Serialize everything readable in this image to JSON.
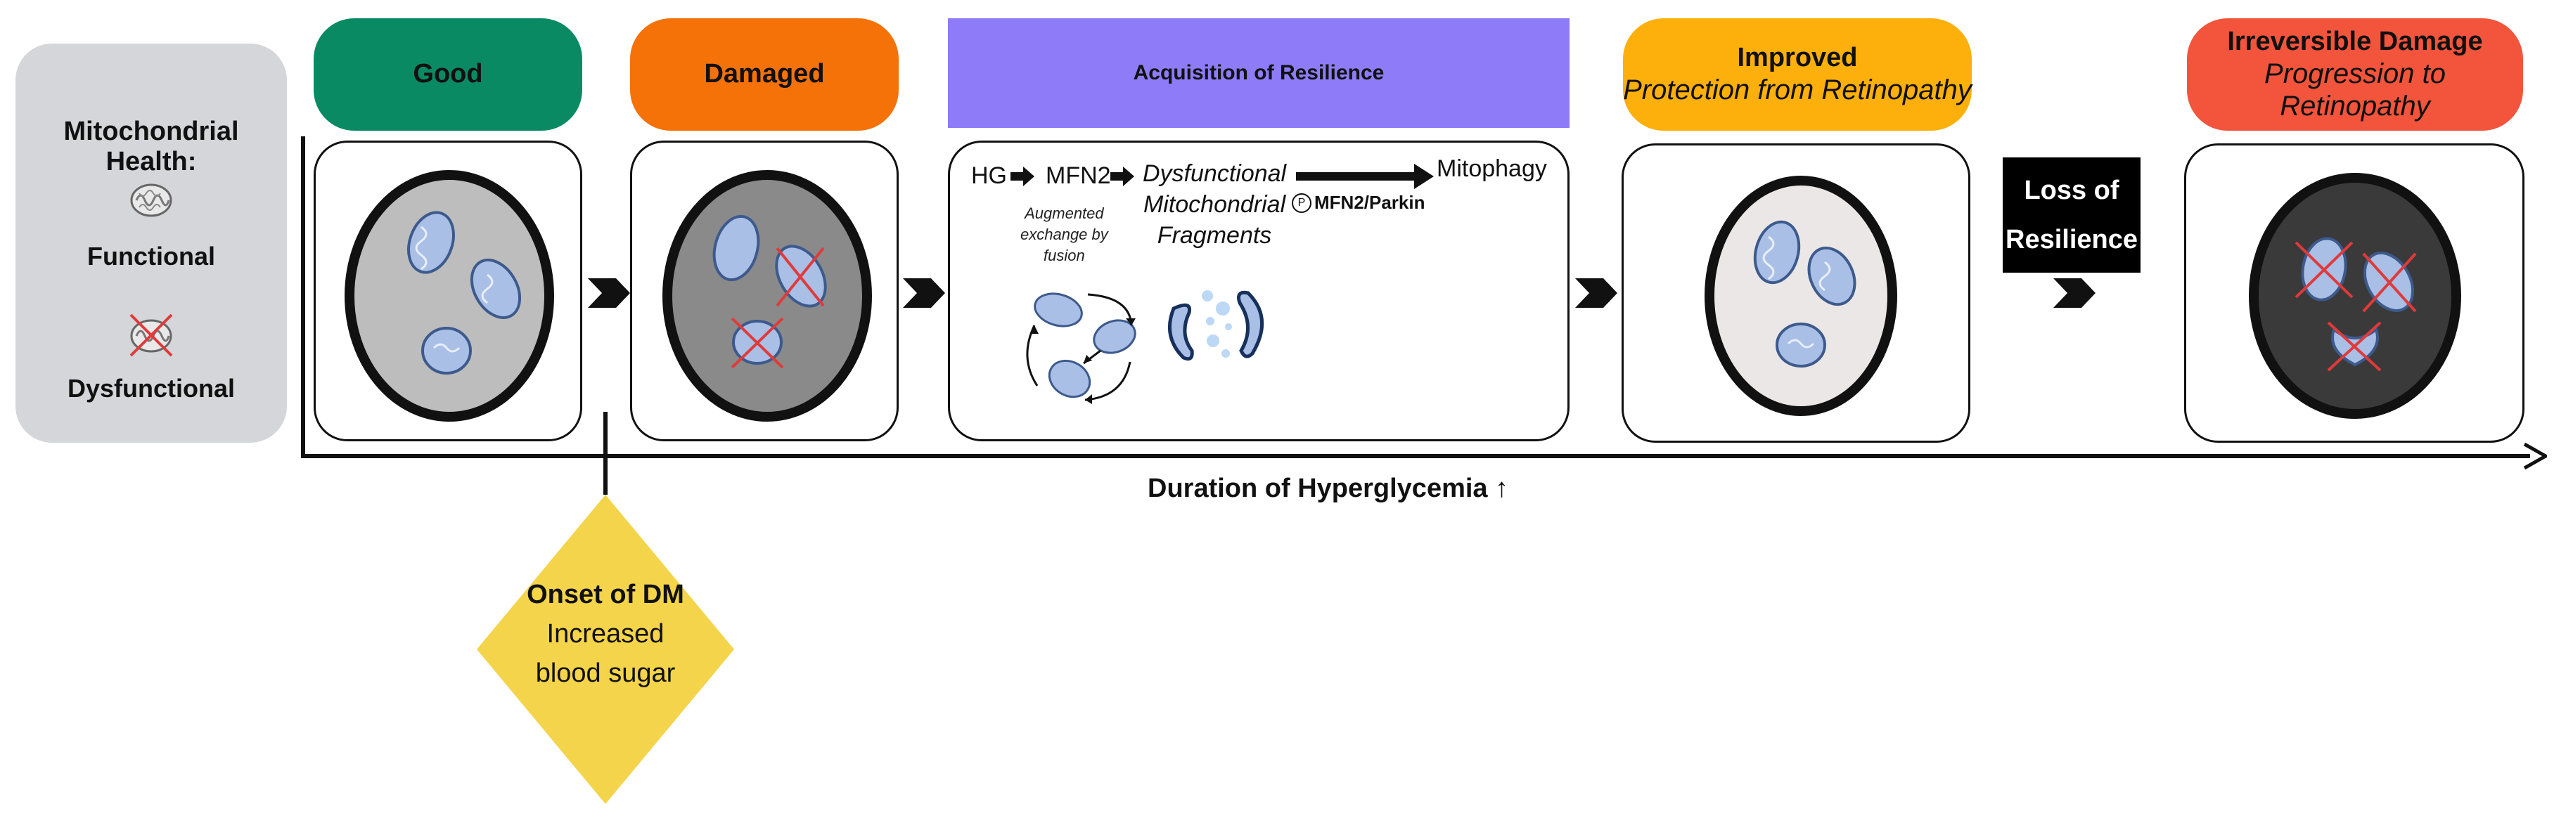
{
  "legend": {
    "title": "Mitochondrial Health:",
    "functional_label": "Functional",
    "dysfunctional_label": "Dysfunctional"
  },
  "stages": {
    "good": {
      "label": "Good",
      "color": "#0a8a63"
    },
    "damaged": {
      "label": "Damaged",
      "color": "#f47208"
    },
    "resilience": {
      "label": "Acquisition of Resilience",
      "color": "#8d7bf7"
    },
    "improved": {
      "label": "Improved",
      "sublabel": "Protection from Retinopathy",
      "color": "#fdb00b"
    },
    "irreversible": {
      "label": "Irreversible Damage",
      "sublabel": "Progression to Retinopathy",
      "color": "#f2543c"
    }
  },
  "resilience_panel": {
    "hg": "HG",
    "mfn2": "MFN2",
    "dysfunctional_fragments": [
      "Dysfunctional",
      "Mitochondrial",
      "Fragments"
    ],
    "mitophagy": "Mitophagy",
    "pathway_label": "MFN2/Parkin",
    "phospho_symbol": "P",
    "augmented_note": [
      "Augmented",
      "exchange by",
      "fusion"
    ]
  },
  "loss_of_resilience": [
    "Loss of",
    "Resilience"
  ],
  "axis_label": "Duration of Hyperglycemia ↑",
  "onset": {
    "title": "Onset of DM",
    "lines": [
      "Increased",
      "blood sugar"
    ],
    "color": "#f4d44a"
  },
  "colors": {
    "cell_good_fill": "#bdbdbd",
    "cell_damaged_fill": "#8a8a8a",
    "cell_improved_fill": "#ece7e7",
    "cell_irreversible_fill": "#3a3a3a",
    "mito_fill": "#a9bfe6",
    "cross_red": "#e03a3a"
  }
}
